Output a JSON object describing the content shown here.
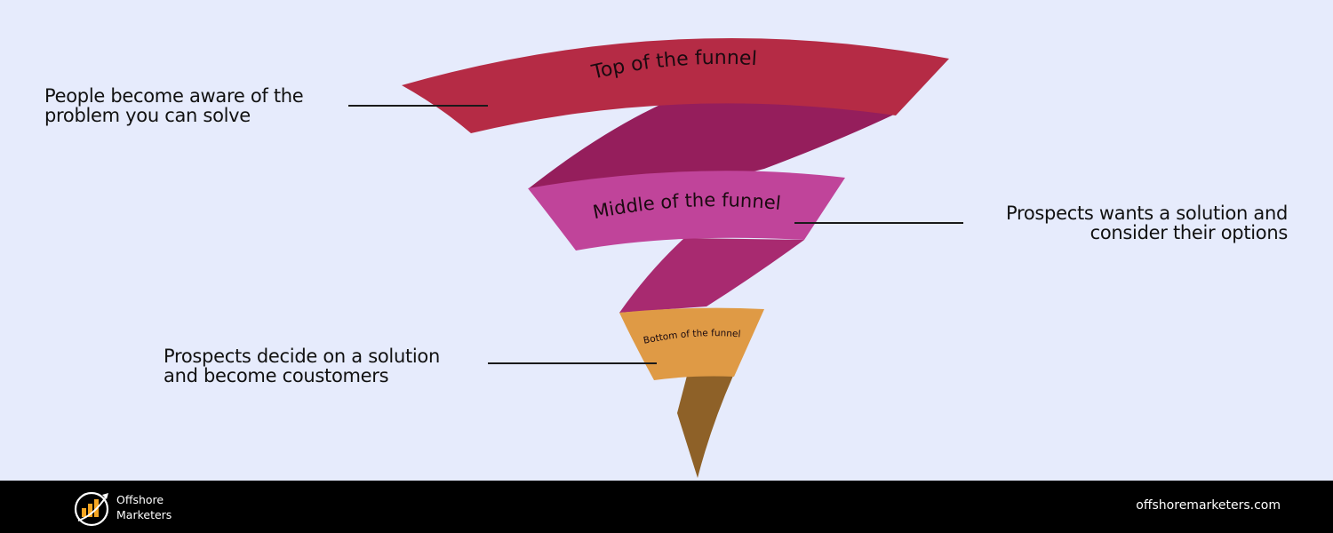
{
  "diagram": {
    "type": "marketing-funnel",
    "background_color": "#E6EBFC",
    "stages": [
      {
        "label": "Top of the funnel",
        "color": "#B52B45",
        "twist_color": "#951E5C",
        "description": [
          "People become aware of the",
          "problem you can solve"
        ]
      },
      {
        "label": "Middle of the funnel",
        "color": "#C0449A",
        "twist_color": "#A82A70",
        "description": [
          "Prospects wants a solution and",
          "consider their options"
        ]
      },
      {
        "label": "Bottom of the funnel",
        "color": "#DF9A45",
        "twist_color": "#8E6128",
        "description": [
          "Prospects decide on a solution",
          "and become coustomers"
        ]
      }
    ]
  },
  "footer": {
    "brand_line1": "Offshore",
    "brand_line2": "Marketers",
    "logo_icon": "growth-chart-icon",
    "logo_accent": "#F5A623",
    "website": "offshoremarketers.com"
  }
}
